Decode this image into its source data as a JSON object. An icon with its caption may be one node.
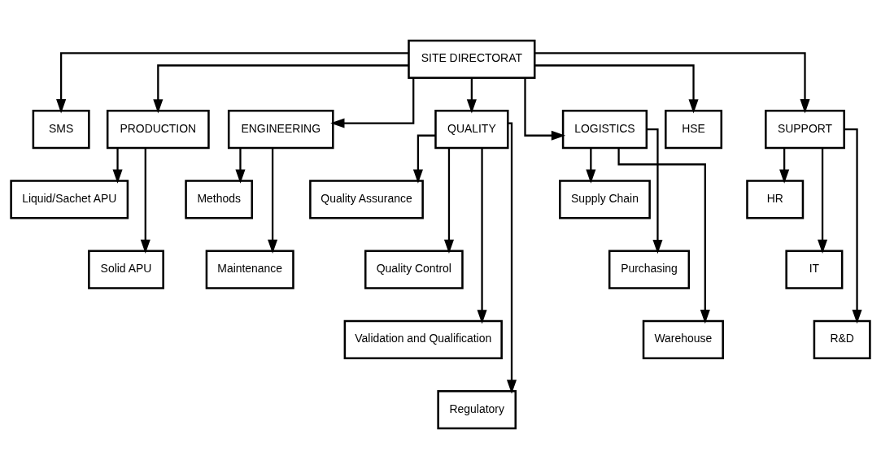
{
  "diagram": {
    "nodes": [
      {
        "text": [
          "SITE DIRECTORAT"
        ]
      },
      {
        "text": [
          "SMS"
        ]
      },
      {
        "text": [
          "PRODUCTION"
        ]
      },
      {
        "text": [
          "ENGINEERING"
        ]
      },
      {
        "text": [
          "QUALITY"
        ]
      },
      {
        "text": [
          "LOGISTICS"
        ]
      },
      {
        "text": [
          "HSE"
        ]
      },
      {
        "text": [
          "SUPPORT"
        ]
      },
      {
        "text": [
          "Liquid/Sachet APU"
        ]
      },
      {
        "text": [
          "Solid APU"
        ]
      },
      {
        "text": [
          "Methods"
        ]
      },
      {
        "text": [
          "Maintenance"
        ]
      },
      {
        "text": [
          "Quality Assurance"
        ]
      },
      {
        "text": [
          "Quality Control"
        ]
      },
      {
        "text": [
          "Validation and Qualification"
        ]
      },
      {
        "text": [
          "Regulatory"
        ]
      },
      {
        "text": [
          "Supply Chain"
        ]
      },
      {
        "text": [
          "Purchasing"
        ]
      },
      {
        "text": [
          "Warehouse"
        ]
      },
      {
        "text": [
          "HR"
        ]
      },
      {
        "text": [
          "IT"
        ]
      },
      {
        "text": [
          "R&D"
        ]
      }
    ],
    "edges": [
      {
        "from": 0,
        "to": 1,
        "arrow": "to"
      },
      {
        "from": 0,
        "to": 2,
        "arrow": "to"
      },
      {
        "from": 0,
        "to": 3,
        "arrow": "to"
      },
      {
        "from": 0,
        "to": 4,
        "arrow": "to"
      },
      {
        "from": 0,
        "to": 5,
        "arrow": "to"
      },
      {
        "from": 0,
        "to": 6,
        "arrow": "to"
      },
      {
        "from": 0,
        "to": 7,
        "arrow": "to"
      },
      {
        "from": 2,
        "to": 8,
        "arrow": "to"
      },
      {
        "from": 2,
        "to": 9,
        "arrow": "to"
      },
      {
        "from": 3,
        "to": 10,
        "arrow": "to"
      },
      {
        "from": 3,
        "to": 11,
        "arrow": "to"
      },
      {
        "from": 4,
        "to": 12,
        "arrow": "to"
      },
      {
        "from": 4,
        "to": 13,
        "arrow": "to"
      },
      {
        "from": 4,
        "to": 14,
        "arrow": "to"
      },
      {
        "from": 4,
        "to": 15,
        "arrow": "to"
      },
      {
        "from": 5,
        "to": 16,
        "arrow": "to"
      },
      {
        "from": 5,
        "to": 17,
        "arrow": "to"
      },
      {
        "from": 5,
        "to": 18,
        "arrow": "to"
      },
      {
        "from": 7,
        "to": 19,
        "arrow": "to"
      },
      {
        "from": 7,
        "to": 20,
        "arrow": "to"
      },
      {
        "from": 7,
        "to": 21,
        "arrow": "to"
      }
    ]
  }
}
